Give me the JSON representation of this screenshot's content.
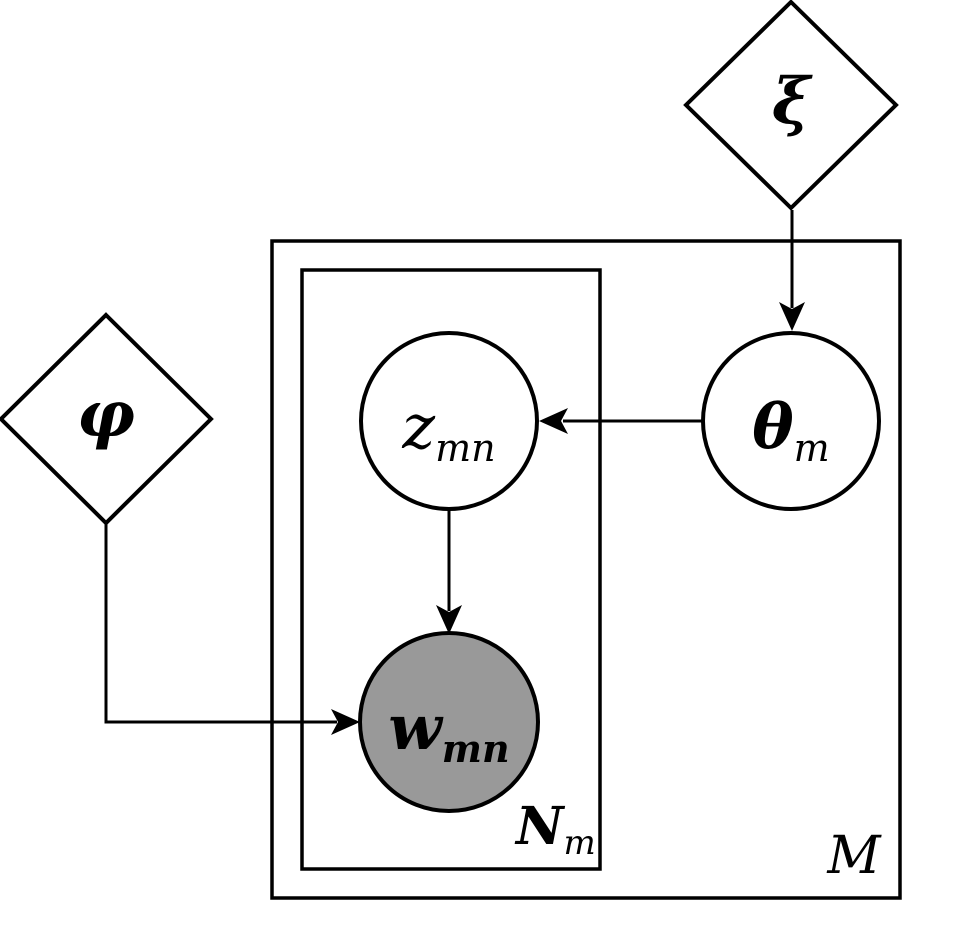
{
  "figure": {
    "type": "plate-notation probabilistic graphical model",
    "colors": {
      "background": "#ffffff",
      "stroke": "#000000",
      "observed_node_fill": "#999999",
      "latent_node_fill": "#ffffff"
    },
    "nodes": {
      "xi": {
        "shape": "diamond",
        "label": "ξ"
      },
      "phi": {
        "shape": "diamond",
        "label": "φ"
      },
      "theta": {
        "shape": "circle",
        "shaded": false,
        "label_main": "θ",
        "label_sub": "m"
      },
      "z": {
        "shape": "circle",
        "shaded": false,
        "label_main": "z",
        "label_sub": "mn"
      },
      "w": {
        "shape": "circle",
        "shaded": true,
        "label_main": "w",
        "label_sub": "mn"
      }
    },
    "plates": {
      "outer": {
        "label": "M"
      },
      "inner": {
        "label_main": "N",
        "label_sub": "m"
      }
    },
    "edges": [
      {
        "from": "xi",
        "to": "theta"
      },
      {
        "from": "theta",
        "to": "z"
      },
      {
        "from": "z",
        "to": "w"
      },
      {
        "from": "phi",
        "to": "w"
      }
    ]
  }
}
